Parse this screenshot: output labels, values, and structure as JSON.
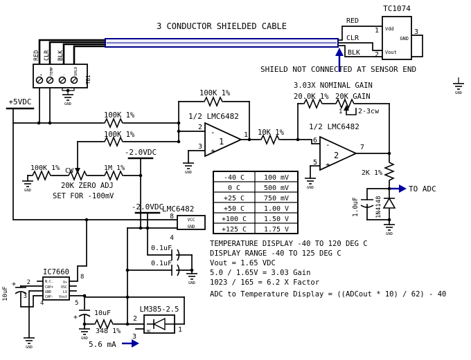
{
  "supplies": {
    "plus5": "+5VDC",
    "minus2": "-2.0VDC",
    "gnd": "GND"
  },
  "sensor": {
    "part": "TC1074",
    "pin1": "1",
    "pin2": "2",
    "pin3": "3",
    "vdd": "Vdd",
    "gnd": "GND",
    "vout": "Vout",
    "wire_red": "RED",
    "wire_clr": "CLR",
    "wire_blk": "BLK"
  },
  "cable": {
    "title": "3 CONDUCTOR SHIELDED CABLE",
    "shield_note": "SHIELD NOT CONNECTED AT SENSOR END"
  },
  "tb1": {
    "name": "TB1",
    "t1": "+",
    "t2": "TEMP",
    "t3": "-",
    "t4": "SHLD",
    "wire_red": "RED",
    "wire_clr": "CLR",
    "wire_blk": "BLK"
  },
  "amp1": {
    "title": "1/2 LMC6482",
    "num": "1",
    "pin_inv": "2",
    "pin_non": "3",
    "pin_out": "1",
    "minus": "-",
    "plus": "+"
  },
  "amp2": {
    "title": "1/2 LMC6482",
    "num": "2",
    "pin_inv": "6",
    "pin_non": "5",
    "pin_out": "7",
    "minus": "-",
    "plus": "+"
  },
  "r": {
    "fb1": "100K 1%",
    "in1": "100K 1%",
    "in2": "100K 1%",
    "interstage": "10K 1%",
    "fb2": "20.0K 1%",
    "out": "2K 1%",
    "zero_top": "100K 1%",
    "zero_cw": "CW",
    "meg": "1M 1%",
    "iset": "348 1%"
  },
  "zero_adj": {
    "line1": "20K ZERO ADJ",
    "line2": "SET FOR -100mV"
  },
  "gain": {
    "note": "3.03X NOMINAL GAIN",
    "pot": "20K GAIN",
    "pin1": "1",
    "pins23": "2-3cw"
  },
  "caps": {
    "c10a": "10uF",
    "c10b": "10uF",
    "c01a": "0.1uF",
    "c01b": "0.1uF",
    "c1u": "1.0uF",
    "plus": "+"
  },
  "diode": {
    "part": "1N4148"
  },
  "adc": {
    "to": "TO ADC"
  },
  "oppower": {
    "part": "LMC6482",
    "pin8": "8",
    "pin4": "4",
    "vcc": "VCC",
    "gnd": "GND"
  },
  "ic7660": {
    "part": "IC7660",
    "nc": "N.C.",
    "capp": "CAP+",
    "gnd": "GND",
    "capm": "CAP-",
    "vp": "V+",
    "osc": "OSC",
    "lv": "LV",
    "vout": "Vout",
    "p2": "2",
    "p3": "3",
    "p4": "4",
    "p8": "8",
    "p5": "5"
  },
  "vref": {
    "part": "LM385-2.5",
    "p1": "1",
    "p2": "2",
    "p3": "3",
    "nc": "NC",
    "current": "5.6 mA"
  },
  "table": {
    "rows": [
      [
        "-40 C",
        "100 mV"
      ],
      [
        "0 C",
        "500 mV"
      ],
      [
        "+25 C",
        "750 mV"
      ],
      [
        "+50 C",
        "1.00 V"
      ],
      [
        "+100 C",
        "1.50 V"
      ],
      [
        "+125 C",
        "1.75 V"
      ]
    ]
  },
  "notes": [
    "TEMPERATURE DISPLAY -40 TO 120 DEG C",
    "DISPLAY RANGE -40 TO 125 DEG C",
    "Vout = 1.65 VDC",
    "5.0 / 1.65V = 3.03 Gain",
    "1023 / 165 = 6.2 X Factor",
    "ADC to Temperature Display = ((ADCout * 10) / 62) - 40"
  ]
}
